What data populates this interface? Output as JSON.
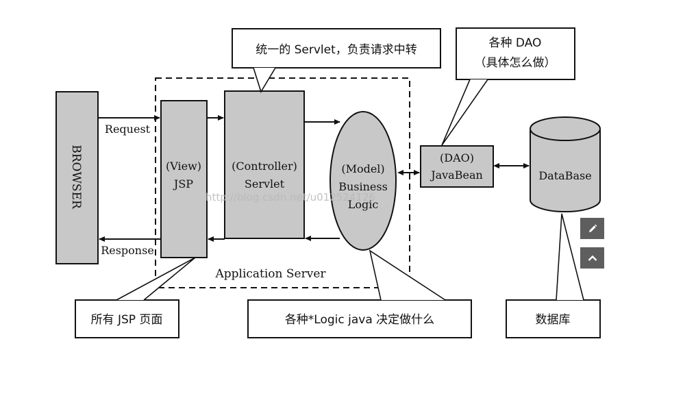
{
  "diagram": {
    "browser": "BROWSER",
    "request": "Request",
    "response": "Response",
    "view": {
      "line1": "(View)",
      "line2": "JSP"
    },
    "controller": {
      "line1": "(Controller)",
      "line2": "Servlet"
    },
    "model": {
      "line1": "(Model)",
      "line2": "Business",
      "line3": "Logic"
    },
    "dao": {
      "line1": "(DAO)",
      "line2": "JavaBean"
    },
    "database": "DataBase",
    "app_server": "Application Server",
    "watermark": "http://blog.csdn.net/u012524126"
  },
  "callouts": {
    "servlet": "统一的 Servlet，负责请求中转",
    "dao_line1": "各种 DAO",
    "dao_line2": "（具体怎么做）",
    "jsp": "所有 JSP 页面",
    "logic": "各种*Logic java 决定做什么",
    "db": "数据库"
  },
  "icons": {
    "edit": "pencil-icon",
    "top": "chevron-up-icon"
  }
}
